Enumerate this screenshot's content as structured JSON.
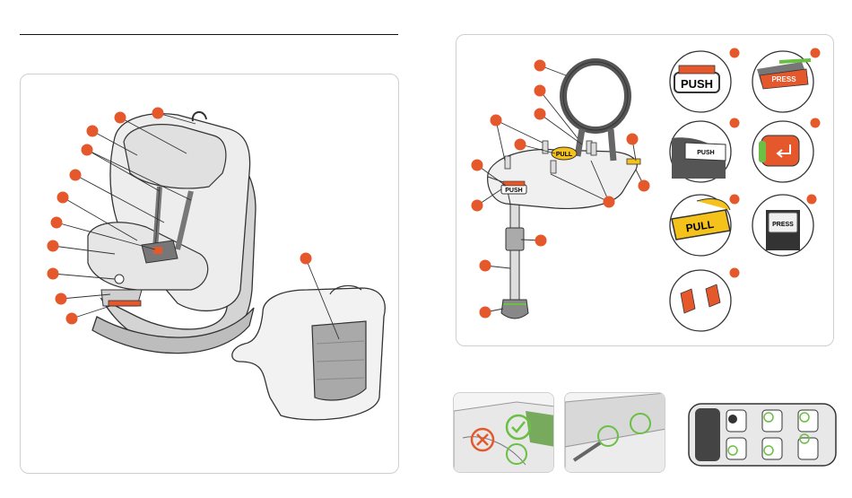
{
  "buttons": {
    "push": "PUSH",
    "press": "PRESS",
    "pull": "PULL"
  },
  "colors": {
    "callout": "#e4582b",
    "accent_orange": "#e4582b",
    "accent_yellow": "#f5c21b",
    "accent_green": "#6bbf44",
    "cross_red": "#e4582b",
    "outline": "#333333",
    "fabric_light": "#e4e4e4",
    "fabric_dark": "#a9a9a9"
  },
  "icons": {
    "allowed": "check-icon",
    "not_allowed": "cross-icon"
  }
}
